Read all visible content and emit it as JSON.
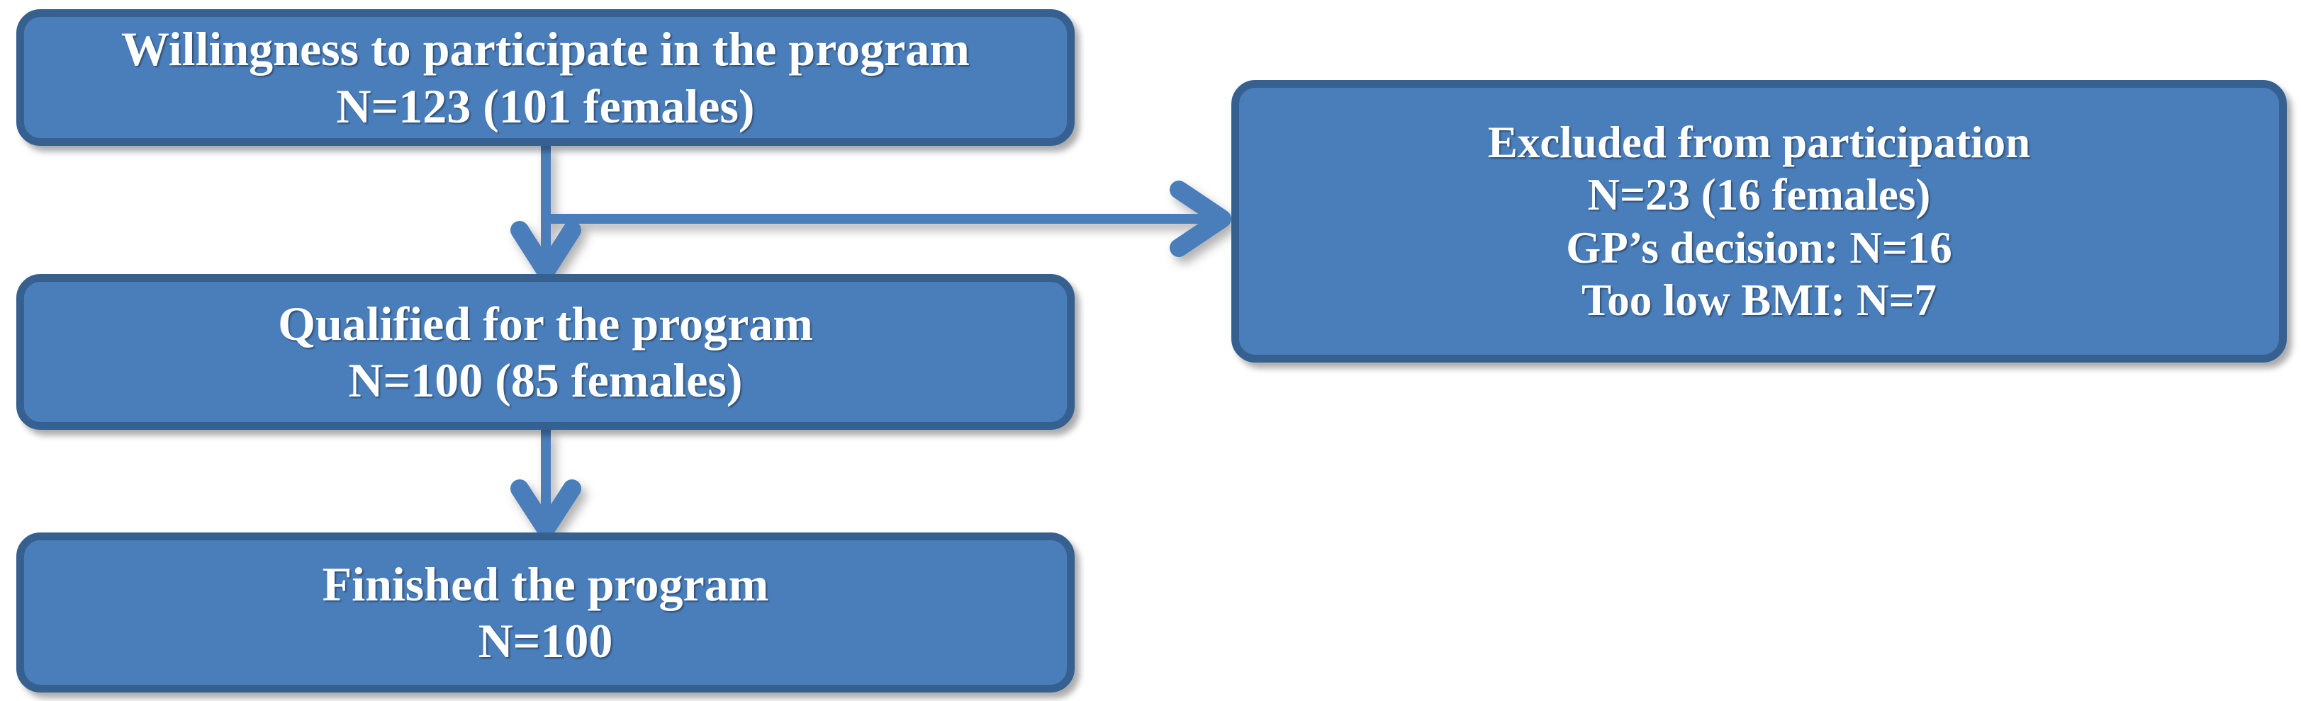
{
  "diagram": {
    "title_text": "",
    "colors": {
      "background": "#ffffff",
      "node_fill": "#4a7ebb",
      "node_border": "#35608f",
      "node_text": "#ffffff",
      "connector": "#4a7ebb"
    },
    "nodes": [
      {
        "id": "willingness",
        "name": "node-willingness",
        "lines": [
          "Willingness to participate in the program",
          "N=123 (101 females)"
        ]
      },
      {
        "id": "qualified",
        "name": "node-qualified",
        "lines": [
          "Qualified for the program",
          "N=100 (85 females)"
        ]
      },
      {
        "id": "finished",
        "name": "node-finished",
        "lines": [
          "Finished the program",
          "N=100"
        ]
      },
      {
        "id": "excluded",
        "name": "node-excluded",
        "lines": [
          "Excluded from participation",
          "N=23 (16 females)",
          "GP’s decision: N=16",
          "Too low BMI: N=7"
        ]
      }
    ],
    "connectors": [
      {
        "id": "willingness-to-qualified",
        "name": "arrow-willingness-to-qualified",
        "from": "willingness",
        "to": "qualified",
        "direction": "down",
        "label": ""
      },
      {
        "id": "willingness-to-excluded",
        "name": "arrow-willingness-to-excluded",
        "from": "willingness",
        "to": "excluded",
        "direction": "right",
        "label": ""
      },
      {
        "id": "qualified-to-finished",
        "name": "arrow-qualified-to-finished",
        "from": "qualified",
        "to": "finished",
        "direction": "down",
        "label": ""
      }
    ]
  }
}
